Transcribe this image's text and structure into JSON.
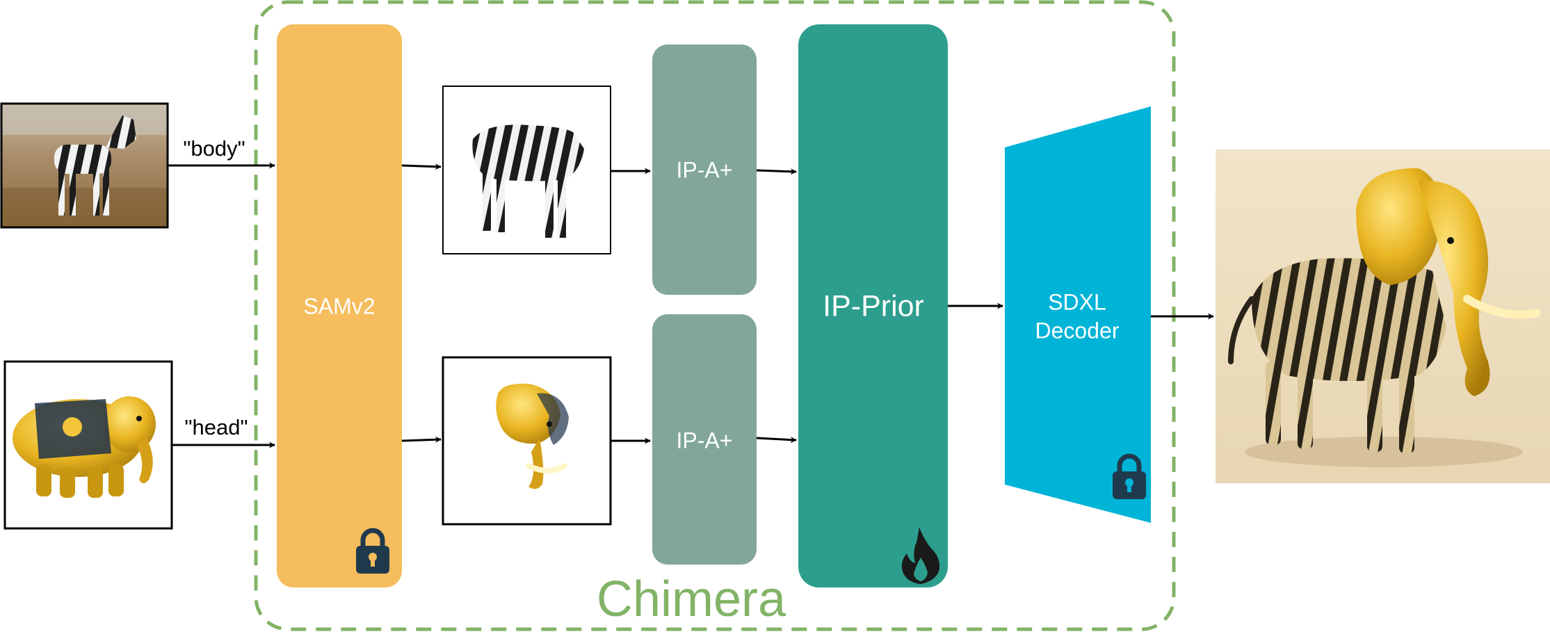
{
  "container": {
    "label": "Chimera",
    "border_color": "#82b366"
  },
  "inputs": {
    "top_prompt": "\"body\"",
    "bottom_prompt": "\"head\""
  },
  "blocks": {
    "sam": {
      "label": "SAMv2",
      "color": "#f5bd5d",
      "status_icon": "lock-icon"
    },
    "ipa_top": {
      "label": "IP-A+",
      "color": "#82a69b"
    },
    "ipa_bottom": {
      "label": "IP-A+",
      "color": "#82a69b"
    },
    "prior": {
      "label": "IP-Prior",
      "color": "#2d9e8d",
      "status_icon": "flame-icon"
    },
    "decoder": {
      "label_line1": "SDXL",
      "label_line2": "Decoder",
      "color": "#00b4d8",
      "status_icon": "lock-icon"
    }
  },
  "images": {
    "zebra_input": "zebra-photo",
    "elephant_input": "golden-elephant-photo",
    "zebra_segment": "segmented-zebra-body",
    "elephant_segment": "segmented-elephant-head",
    "output": "zebra-elephant-chimera"
  },
  "colors": {
    "arrow": "#000000",
    "icon": "#1f3a4d"
  }
}
